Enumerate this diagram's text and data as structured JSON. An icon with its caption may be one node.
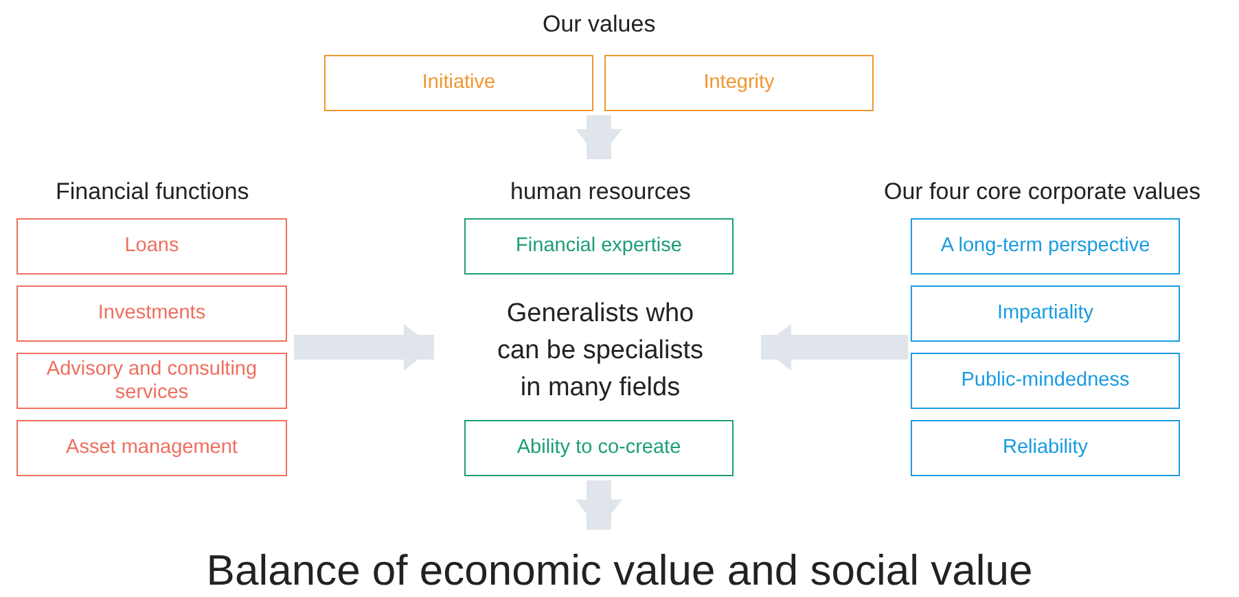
{
  "diagram": {
    "nodes": [
      {
        "text": [
          "Our values"
        ]
      },
      {
        "text": [
          "Initiative"
        ],
        "in": 0
      },
      {
        "text": [
          "Integrity"
        ],
        "in": 0
      },
      {
        "text": [
          "Financial functions"
        ]
      },
      {
        "text": [
          "Loans"
        ],
        "in": 3
      },
      {
        "text": [
          "Investments"
        ],
        "in": 3
      },
      {
        "text": [
          "Advisory and consulting services"
        ],
        "in": 3
      },
      {
        "text": [
          "Asset management"
        ],
        "in": 3
      },
      {
        "text": [
          "human resources"
        ]
      },
      {
        "text": [
          "Financial expertise"
        ],
        "in": 8
      },
      {
        "text": [
          "Generalists who can be specialists in many fields"
        ],
        "in": 8
      },
      {
        "text": [
          "Ability to co-create"
        ],
        "in": 8
      },
      {
        "text": [
          "Our four core corporate values"
        ]
      },
      {
        "text": [
          "A long-term perspective"
        ],
        "in": 12
      },
      {
        "text": [
          "Impartiality"
        ],
        "in": 12
      },
      {
        "text": [
          "Public-mindedness"
        ],
        "in": 12
      },
      {
        "text": [
          "Reliability"
        ],
        "in": 12
      },
      {
        "text": [
          "Balance of economic value and social value"
        ]
      }
    ],
    "edges": [
      {
        "from": 0,
        "to": 8,
        "arrow": "to"
      },
      {
        "from": 3,
        "to": 8,
        "arrow": "to"
      },
      {
        "from": 12,
        "to": 8,
        "arrow": "to"
      },
      {
        "from": 8,
        "to": 17,
        "arrow": "to"
      }
    ]
  }
}
